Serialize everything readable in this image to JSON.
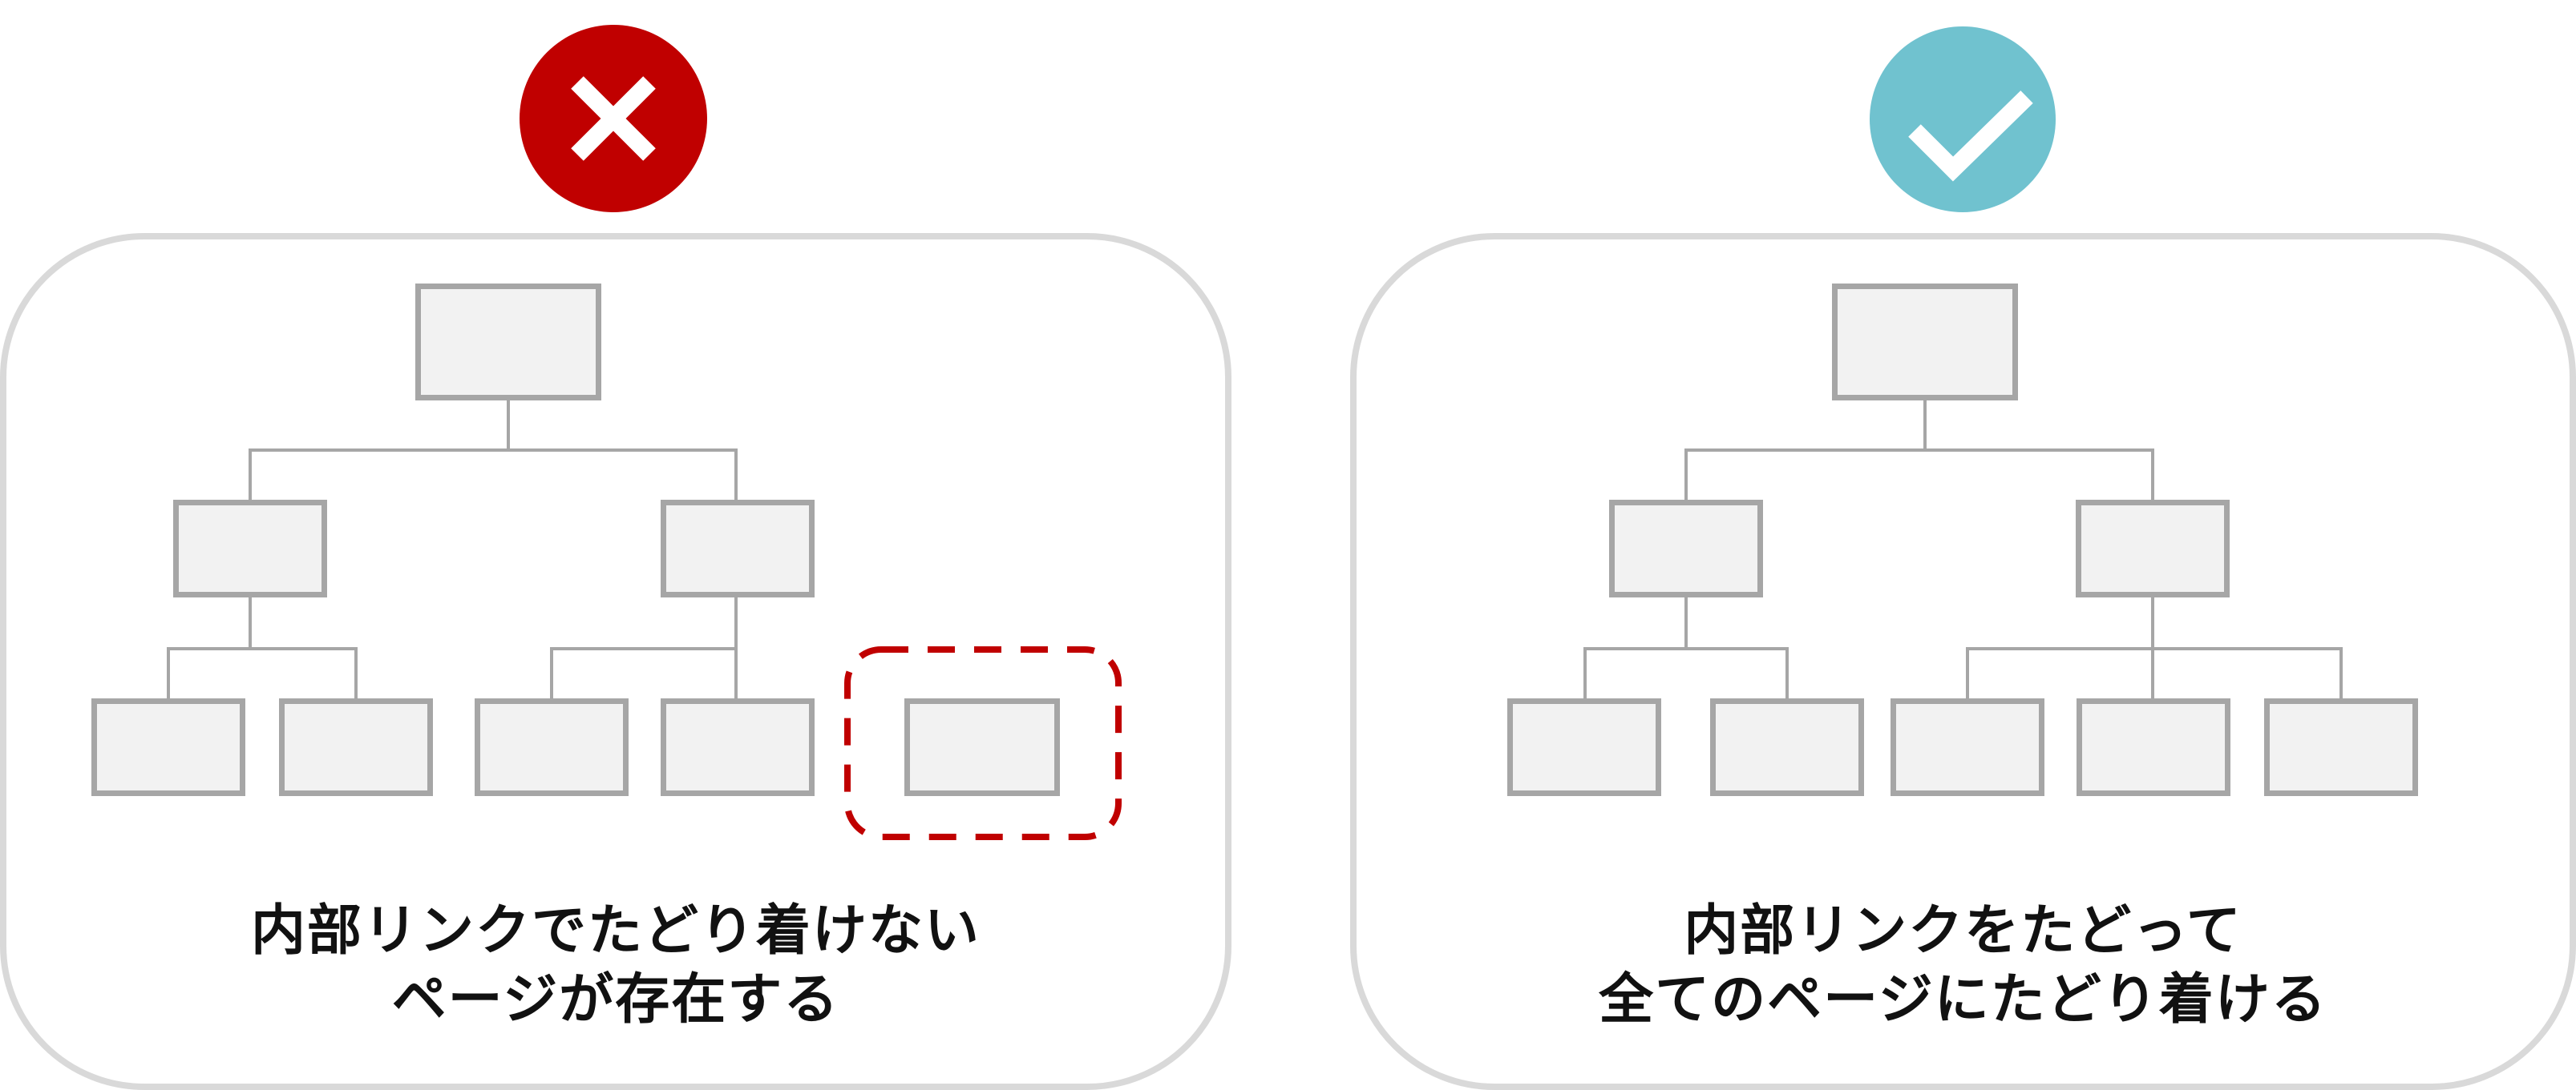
{
  "colors": {
    "bad": "#c00000",
    "good": "#70c2cf",
    "panel_border": "#d9d9d9",
    "box_border": "#a6a6a6",
    "box_fill": "#f2f2f2",
    "connector": "#a6a6a6",
    "dashed_highlight": "#c00000",
    "text": "#111111"
  },
  "panels": [
    {
      "id": "bad",
      "status_icon": "cross-icon",
      "caption_line1": "内部リンクでたどり着けない",
      "caption_line2": "ページが存在する",
      "tree": {
        "root": 1,
        "level2": 2,
        "level3_connected": 4,
        "orphan_pages": 1
      }
    },
    {
      "id": "good",
      "status_icon": "check-icon",
      "caption_line1": "内部リンクをたどって",
      "caption_line2": "全てのページにたどり着ける",
      "tree": {
        "root": 1,
        "level2": 2,
        "level3_connected": 5,
        "orphan_pages": 0
      }
    }
  ]
}
